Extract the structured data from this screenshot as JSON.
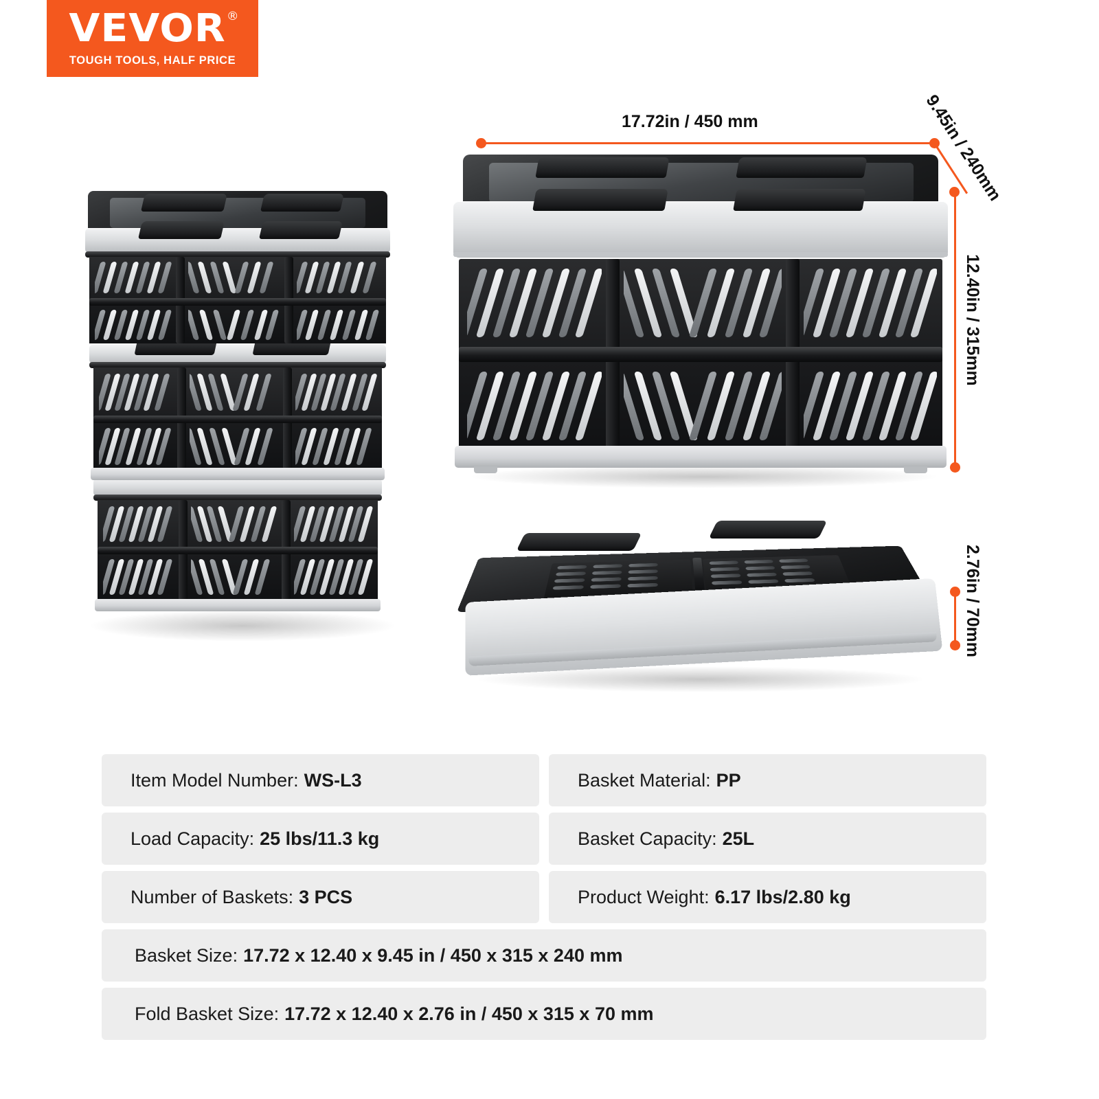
{
  "brand": {
    "wordmark": "VEVOR",
    "registered": "®",
    "tagline": "TOUGH TOOLS, HALF PRICE",
    "bg_color": "#f4581e"
  },
  "accent_color": "#f4581e",
  "dimensions": {
    "width_label": "17.72in / 450 mm",
    "depth_label": "9.45in / 240mm",
    "height_label": "12.40in / 315mm",
    "folded_height_label": "2.76in / 70mm"
  },
  "product_views": {
    "stacked": "stacked-crates-image",
    "open": "open-crate-image",
    "folded": "folded-crate-image"
  },
  "specs": {
    "rows_paired": [
      {
        "left_label": "Item Model Number:",
        "left_value": "WS-L3",
        "right_label": "Basket Material:",
        "right_value": "PP"
      },
      {
        "left_label": "Load Capacity:",
        "left_value": "25 lbs/11.3 kg",
        "right_label": "Basket Capacity:",
        "right_value": "25L"
      },
      {
        "left_label": "Number of Baskets:",
        "left_value": "3 PCS",
        "right_label": "Product Weight:",
        "right_value": "6.17 lbs/2.80 kg"
      }
    ],
    "rows_full": [
      {
        "label": "Basket Size:",
        "value": "17.72 x 12.40 x 9.45 in / 450 x 315 x 240 mm"
      },
      {
        "label": "Fold Basket Size:",
        "value": "17.72 x 12.40 x 2.76 in / 450 x 315 x 70 mm"
      }
    ]
  }
}
